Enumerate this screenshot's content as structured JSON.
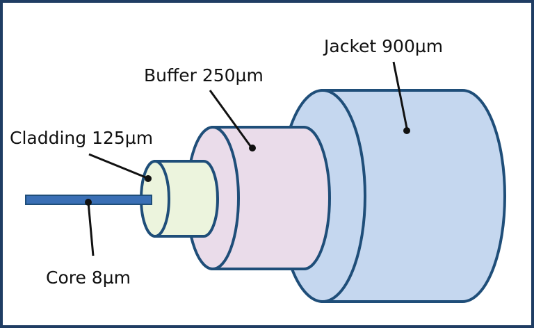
{
  "labels": {
    "jacket": "Jacket 900µm",
    "buffer": "Buffer 250µm",
    "cladding": "Cladding 125µm",
    "core": "Core 8µm"
  },
  "colors": {
    "border": "#1f3d63",
    "outline": "#1f4e79",
    "core": "#3a6fb5",
    "cladding": "#ecf4dd",
    "buffer": "#eadcea",
    "jacket": "#c5d7ef",
    "leader": "#111111"
  }
}
